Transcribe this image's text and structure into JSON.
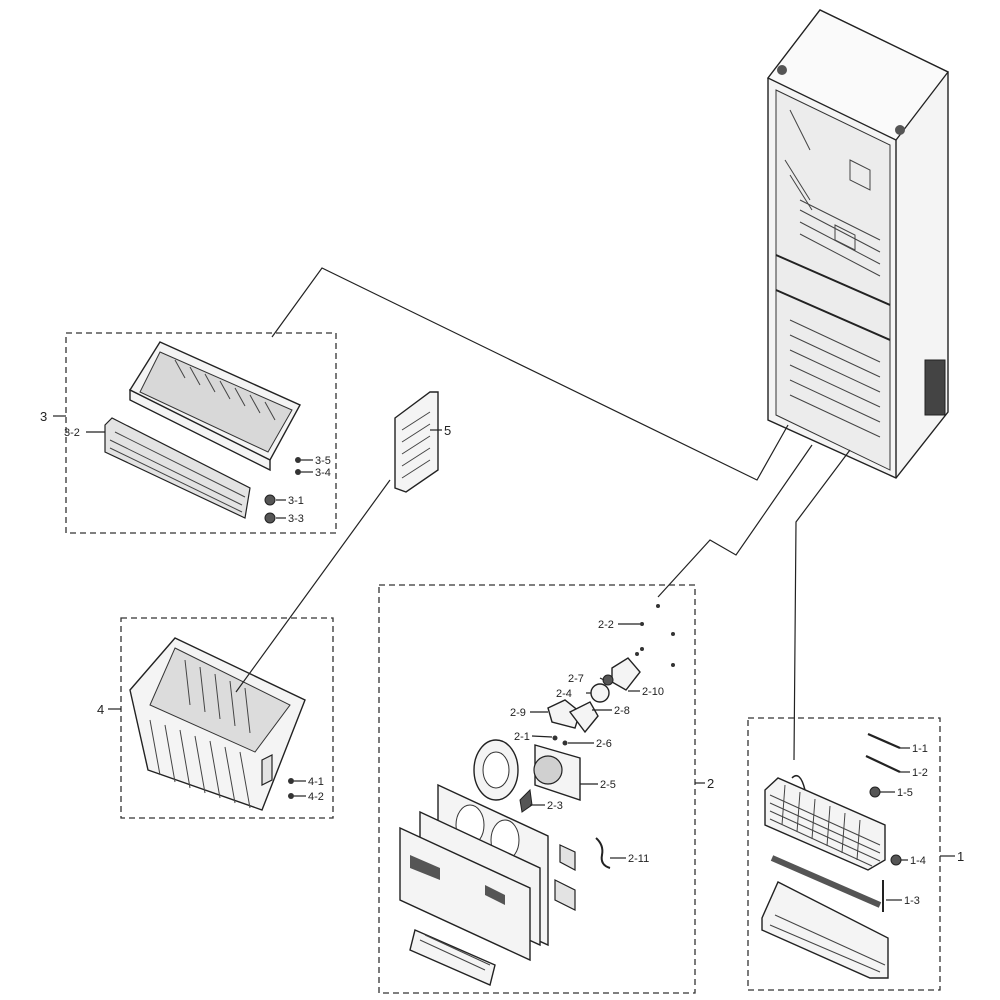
{
  "groups": {
    "g1": "1",
    "g2": "2",
    "g3": "3",
    "g4": "4",
    "g5": "5"
  },
  "parts": {
    "p1_1": "1-1",
    "p1_2": "1-2",
    "p1_3": "1-3",
    "p1_4": "1-4",
    "p1_5": "1-5",
    "p2_1": "2-1",
    "p2_2": "2-2",
    "p2_3": "2-3",
    "p2_4": "2-4",
    "p2_5": "2-5",
    "p2_6": "2-6",
    "p2_7": "2-7",
    "p2_8": "2-8",
    "p2_9": "2-9",
    "p2_10": "2-10",
    "p2_11": "2-11",
    "p3_1": "3-1",
    "p3_2": "3-2",
    "p3_3": "3-3",
    "p3_4": "3-4",
    "p3_5": "3-5",
    "p4_1": "4-1",
    "p4_2": "4-2"
  }
}
